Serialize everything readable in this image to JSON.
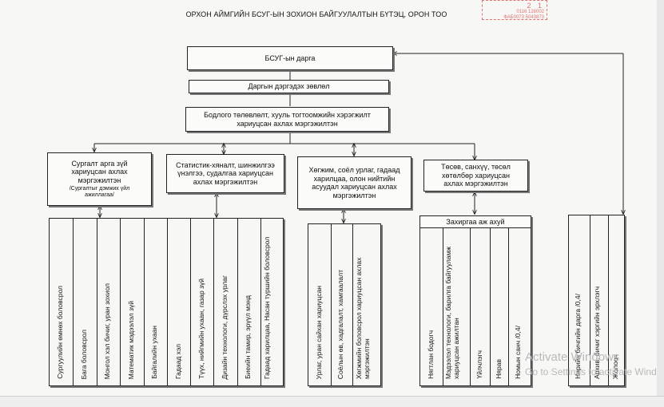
{
  "title": "ОРХОН АЙМГИЙН БСУГ-ЫН ЗОХИОН БАЙГУУЛАЛТЫН БҮТЭЦ, ОРОН ТОО",
  "stamp": {
    "line1": "2 1",
    "line2": "0116 128002",
    "line3": "ФАБ0073 5043873"
  },
  "boxes": {
    "director": "БСУГ-ын дарга",
    "council": "Даргын дэргэдэх зөвлөл",
    "policy": "Бодлого төлөвлөлт, хууль тогтоомжийн хэрэгжилт хариуцсан  ахлах мэргэжилтэн",
    "method": "Сургалт арга зүй хариуцсан ахлах мэргэжилтэн",
    "method_note": "/Сургалтыг дэмжих үйл ажиллагаа/",
    "stat": "Статистик-хяналт, шинжилгээ үнэлгээ, судалгаа хариуцсан ахлах  мэргэжилтэн",
    "culture": "Хөгжим, соёл урлаг, гадаад  харилцаа, олон нийтийн асуудал хариуцсан ахлах мэргэжилтэн",
    "finance": "Төсөв, санхүү, төсөл хөтөлбөр  хариуцсан ахлах мэргэжилтэн",
    "admin": "Захиргаа аж ахуй"
  },
  "group1": [
    "Сургуулийн өмнөх боловсрол",
    "Бага боловсрол",
    "Монгол хэл бичиг, уран зохиол",
    "Математик мэдээлэл зүй",
    "Байгалийн ухаан",
    "Гадаад хэл",
    "Түүх, нийгмийн ухаан, газар зүй",
    "Дизайн технологи, дүрслэх урлаг",
    "Биеийн тамир, эрүүл мэнд",
    "Гадаад харилцаа, Насан туршийн боловсрол"
  ],
  "group2": [
    "Урлаг, уран сайхан хариуцсан",
    "Соёлын өв, хадгалалт, хамгаалалт",
    "Хөгжмийн боловсрол хариуцсан ахлах мэргэжилтэн"
  ],
  "group3": [
    "Нягтлан бодогч",
    "Мэдээлэл технологи, барилга байгууламж хариуцсан ажилтан",
    "Үйлчлэгч",
    "Нярав",
    "Номын санч /0,4/"
  ],
  "group4": [
    "Нарийн бичгийн дарга /0,4/",
    "Архив, бичиг хэргийн эрхлэгч",
    "Жолооч"
  ],
  "watermark": {
    "line1": "Activate Windows",
    "line2": "Go to Settings to activate Windows."
  }
}
